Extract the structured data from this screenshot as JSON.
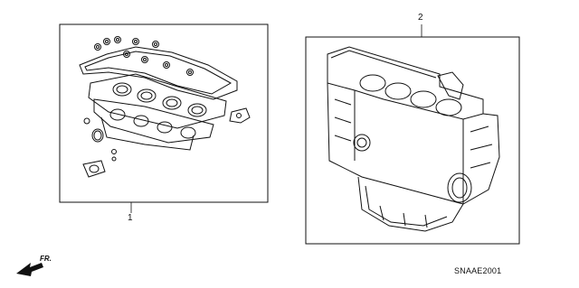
{
  "parts": [
    {
      "number": "1",
      "description": ""
    },
    {
      "number": "2",
      "description": ""
    }
  ],
  "direction_label": "FR.",
  "diagram_code": "SNAAE2001",
  "colors": {
    "line": "#111111",
    "background": "#ffffff"
  }
}
